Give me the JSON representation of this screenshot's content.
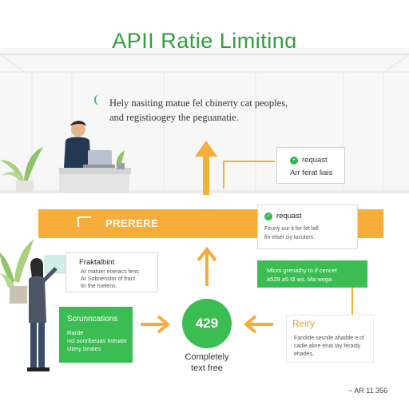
{
  "title": "APII Ratie Limiting",
  "subtitle": {
    "line1": "Hely nasiting matue fel cbinerty cat peoples,",
    "line2": "and registioogey the peguanatie."
  },
  "request_box_top": {
    "label": "requast",
    "note": "Arr ferat liais"
  },
  "bar": {
    "label": "PRERERE",
    "color": "#f7ad3a"
  },
  "request_card": {
    "label": "requast",
    "lines": [
      "Feuny our it for fet lafl",
      "fin efset ciy loculers."
    ]
  },
  "feedback_card": {
    "title": "Fraktalbint",
    "lines": [
      "Ar matuer eoeracs fens",
      "Ar Sobnenstor of fract",
      "lin the ruelens."
    ]
  },
  "green_right": {
    "lines": [
      "Mlom grenathy to if cencet",
      "a529 a5 t3 ws. Ma woga"
    ]
  },
  "green_left": {
    "title": "Scrunncations",
    "lines": [
      "Rarde",
      "ncl sonribeuas Ineuaiv",
      "cltery beates"
    ]
  },
  "status": {
    "code": "429",
    "caption_line1": "Completely",
    "caption_line2": "text free"
  },
  "retry": {
    "title": "Reiry",
    "lines": [
      "Fandide sesnile ahadde e of",
      "cadle aline ehat tay feraidy",
      "ehades."
    ]
  },
  "footer": "~ AR 11.356",
  "colors": {
    "accent_green": "#3bbd54",
    "title_green": "#2e9e3f",
    "orange": "#f7ad3a"
  }
}
